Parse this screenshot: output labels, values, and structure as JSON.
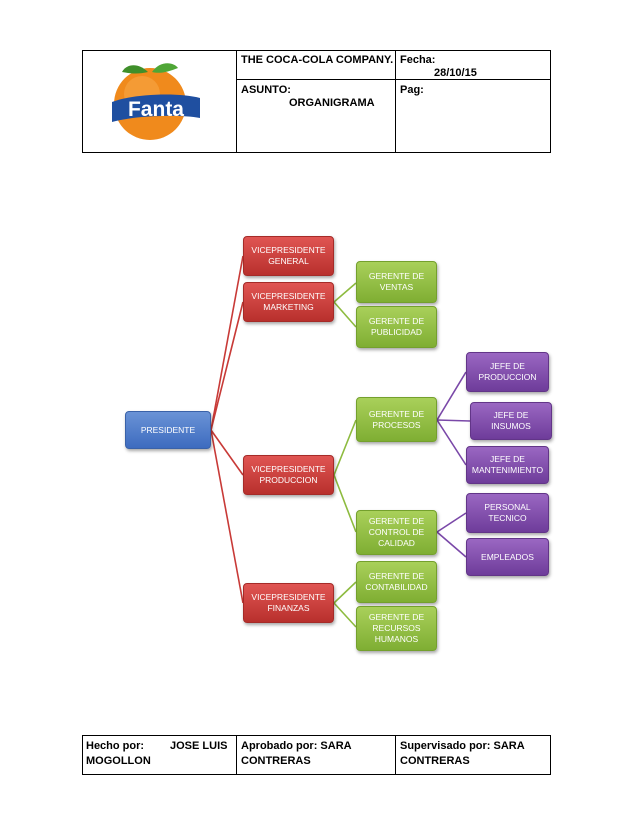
{
  "header": {
    "company": "THE COCA-COLA COMPANY.",
    "fecha_label": "Fecha:",
    "fecha_value": "28/10/15",
    "asunto_label": "ASUNTO:",
    "asunto_value": "ORGANIGRAMA",
    "pag_label": "Pag:",
    "logo_text": "Fanta"
  },
  "org": {
    "presidente": "PRESIDENTE",
    "vp_general": "VICEPRESIDENTE GENERAL",
    "vp_marketing": "VICEPRESIDENTE MARKETING",
    "vp_produccion": "VICEPRESIDENTE PRODUCCION",
    "vp_finanzas": "VICEPRESIDENTE FINANZAS",
    "g_ventas": "GERENTE DE VENTAS",
    "g_publicidad": "GERENTE DE PUBLICIDAD",
    "g_procesos": "GERENTE DE PROCESOS",
    "g_control": "GERENTE DE CONTROL DE CALIDAD",
    "g_contabilidad": "GERENTE DE CONTABILIDAD",
    "g_rrhh": "GERENTE DE RECURSOS HUMANOS",
    "j_produccion": "JEFE DE PRODUCCION",
    "j_insumos": "JEFE DE INSUMOS",
    "j_mantenimiento": "JEFE DE MANTENIMIENTO",
    "personal_tecnico": "PERSONAL TECNICO",
    "empleados": "EMPLEADOS"
  },
  "footer": {
    "hecho_label": "Hecho por:",
    "hecho_name_1": "JOSE LUIS",
    "hecho_name_2": "MOGOLLON",
    "aprobado_1": "Aprobado por: SARA",
    "aprobado_2": "CONTRERAS",
    "supervisado_1": "Supervisado por: SARA",
    "supervisado_2": "CONTRERAS"
  },
  "colors": {
    "presidente": "#4a78c8",
    "vicepresidente": "#c83a37",
    "gerente": "#8dbb3f",
    "jefe": "#7a48a8",
    "fanta_orange": "#f08a1c",
    "fanta_blue": "#1f4fa0",
    "fanta_green": "#3f8f2a"
  }
}
